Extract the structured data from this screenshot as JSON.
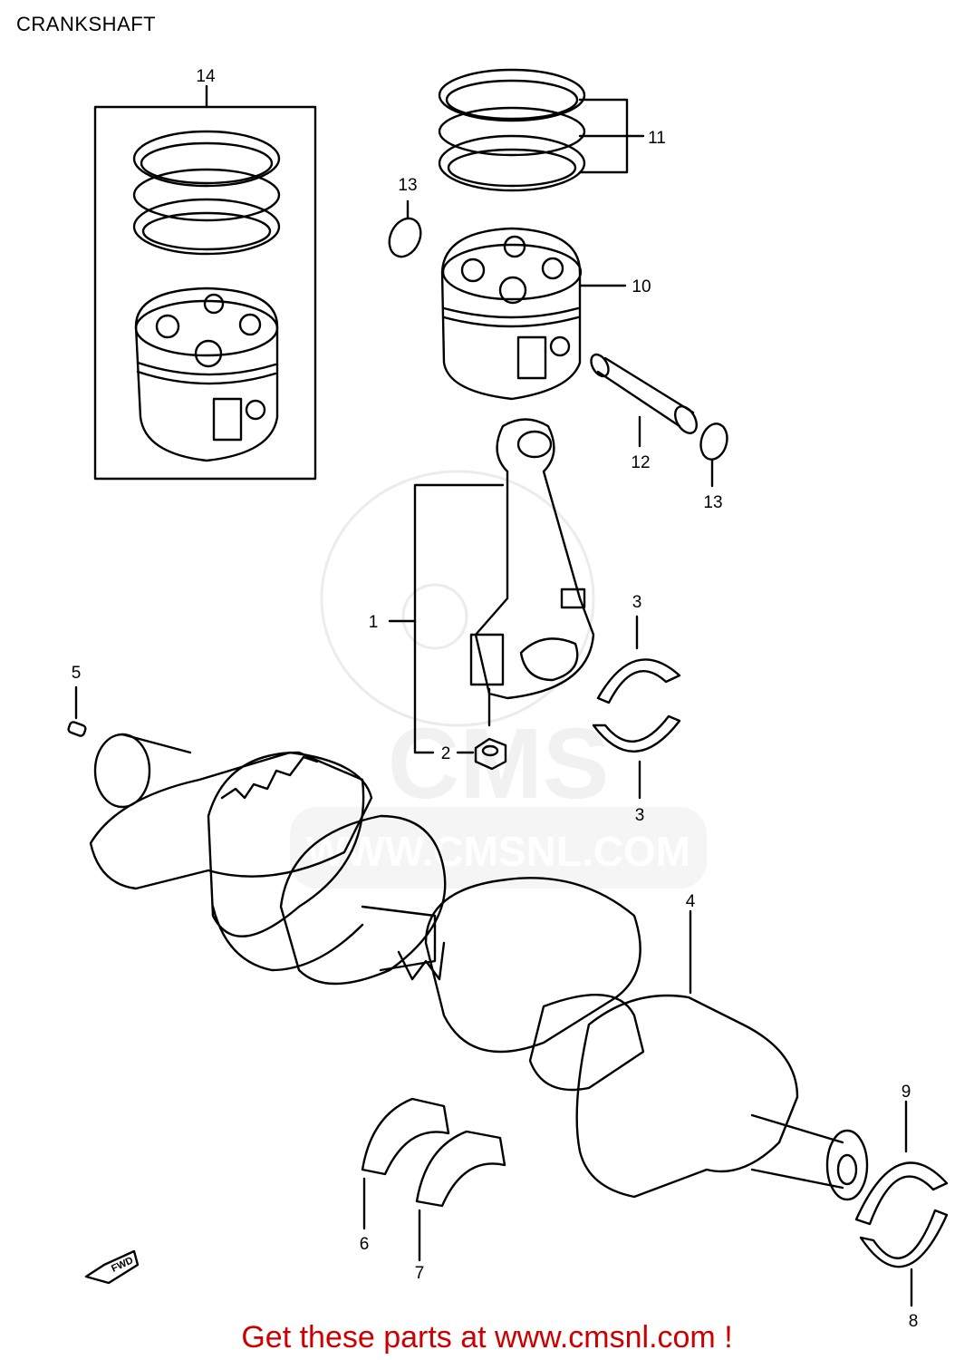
{
  "page": {
    "title": "CRANKSHAFT",
    "footer": "Get these parts at www.cmsnl.com !"
  },
  "watermark": {
    "logo": "CMS",
    "url": "WWW.CMSNL.COM"
  },
  "direction_marker": {
    "text": "FWD"
  },
  "callouts": {
    "c1": "1",
    "c2": "2",
    "c3a": "3",
    "c3b": "3",
    "c4": "4",
    "c5": "5",
    "c6": "6",
    "c7": "7",
    "c8": "8",
    "c9": "9",
    "c10": "10",
    "c11": "11",
    "c12": "12",
    "c13a": "13",
    "c13b": "13",
    "c14": "14"
  }
}
